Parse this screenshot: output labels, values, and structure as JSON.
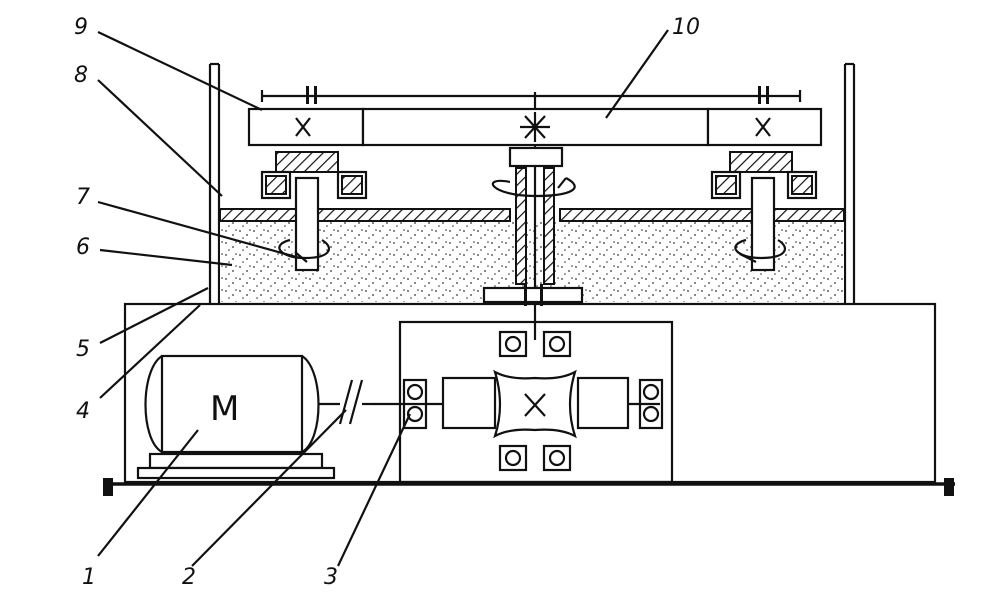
{
  "diagram": {
    "callouts": [
      {
        "id": "9",
        "text": "9"
      },
      {
        "id": "8",
        "text": "8"
      },
      {
        "id": "7",
        "text": "7"
      },
      {
        "id": "6",
        "text": "6"
      },
      {
        "id": "5",
        "text": "5"
      },
      {
        "id": "4",
        "text": "4"
      },
      {
        "id": "10",
        "text": "10"
      },
      {
        "id": "1",
        "text": "1"
      },
      {
        "id": "2",
        "text": "2"
      },
      {
        "id": "3",
        "text": "3"
      }
    ],
    "motor_label": "M"
  }
}
